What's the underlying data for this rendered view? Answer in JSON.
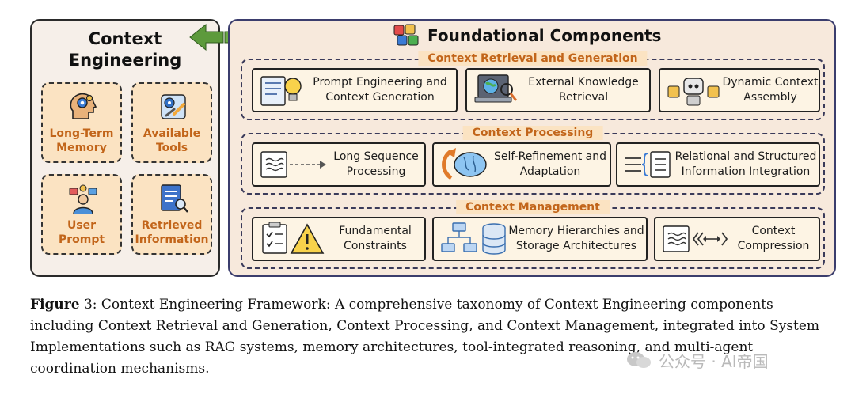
{
  "left": {
    "title": "Context\nEngineering",
    "cards": [
      {
        "label": "Long-Term\nMemory",
        "icon": "brain-gear-icon"
      },
      {
        "label": "Available\nTools",
        "icon": "tools-icon"
      },
      {
        "label": "User\nPrompt",
        "icon": "user-prompt-icon"
      },
      {
        "label": "Retrieved\nInformation",
        "icon": "document-search-icon"
      }
    ]
  },
  "right": {
    "title": "Foundational Components",
    "sections": [
      {
        "title": "Context Retrieval and Generation",
        "items": [
          {
            "label": "Prompt Engineering and\nContext Generation",
            "icon": "lightbulb-document-icon"
          },
          {
            "label": "External Knowledge\nRetrieval",
            "icon": "laptop-search-icon"
          },
          {
            "label": "Dynamic Context\nAssembly",
            "icon": "robot-puzzle-icon"
          }
        ]
      },
      {
        "title": "Context Processing",
        "items": [
          {
            "label": "Long Sequence\nProcessing",
            "icon": "sequence-arrow-icon"
          },
          {
            "label": "Self-Refinement and\nAdaptation",
            "icon": "brain-refresh-icon"
          },
          {
            "label": "Relational and Structured\nInformation Integration",
            "icon": "structured-braces-icon"
          }
        ]
      },
      {
        "title": "Context Management",
        "items": [
          {
            "label": "Fundamental\nConstraints",
            "icon": "checklist-warning-icon"
          },
          {
            "label": "Memory Hierarchies and\nStorage Architectures",
            "icon": "hierarchy-database-icon"
          },
          {
            "label": "Context\nCompression",
            "icon": "compression-icon"
          }
        ]
      }
    ]
  },
  "caption": {
    "label": "Figure",
    "number": "3",
    "text": ": Context Engineering Framework: A comprehensive taxonomy of Context Engineering components including Context Retrieval and Generation, Context Processing, and Context Management, integrated into System Implementations such as RAG systems, memory architectures, tool-integrated reasoning, and multi-agent coordination mechanisms."
  },
  "watermark": "公众号 · AI帝国",
  "colors": {
    "accent_orange": "#c2651a",
    "card_fill": "#fbe3c2",
    "arrow_green": "#5d9a3c",
    "panel_border": "#3b3d6d"
  }
}
